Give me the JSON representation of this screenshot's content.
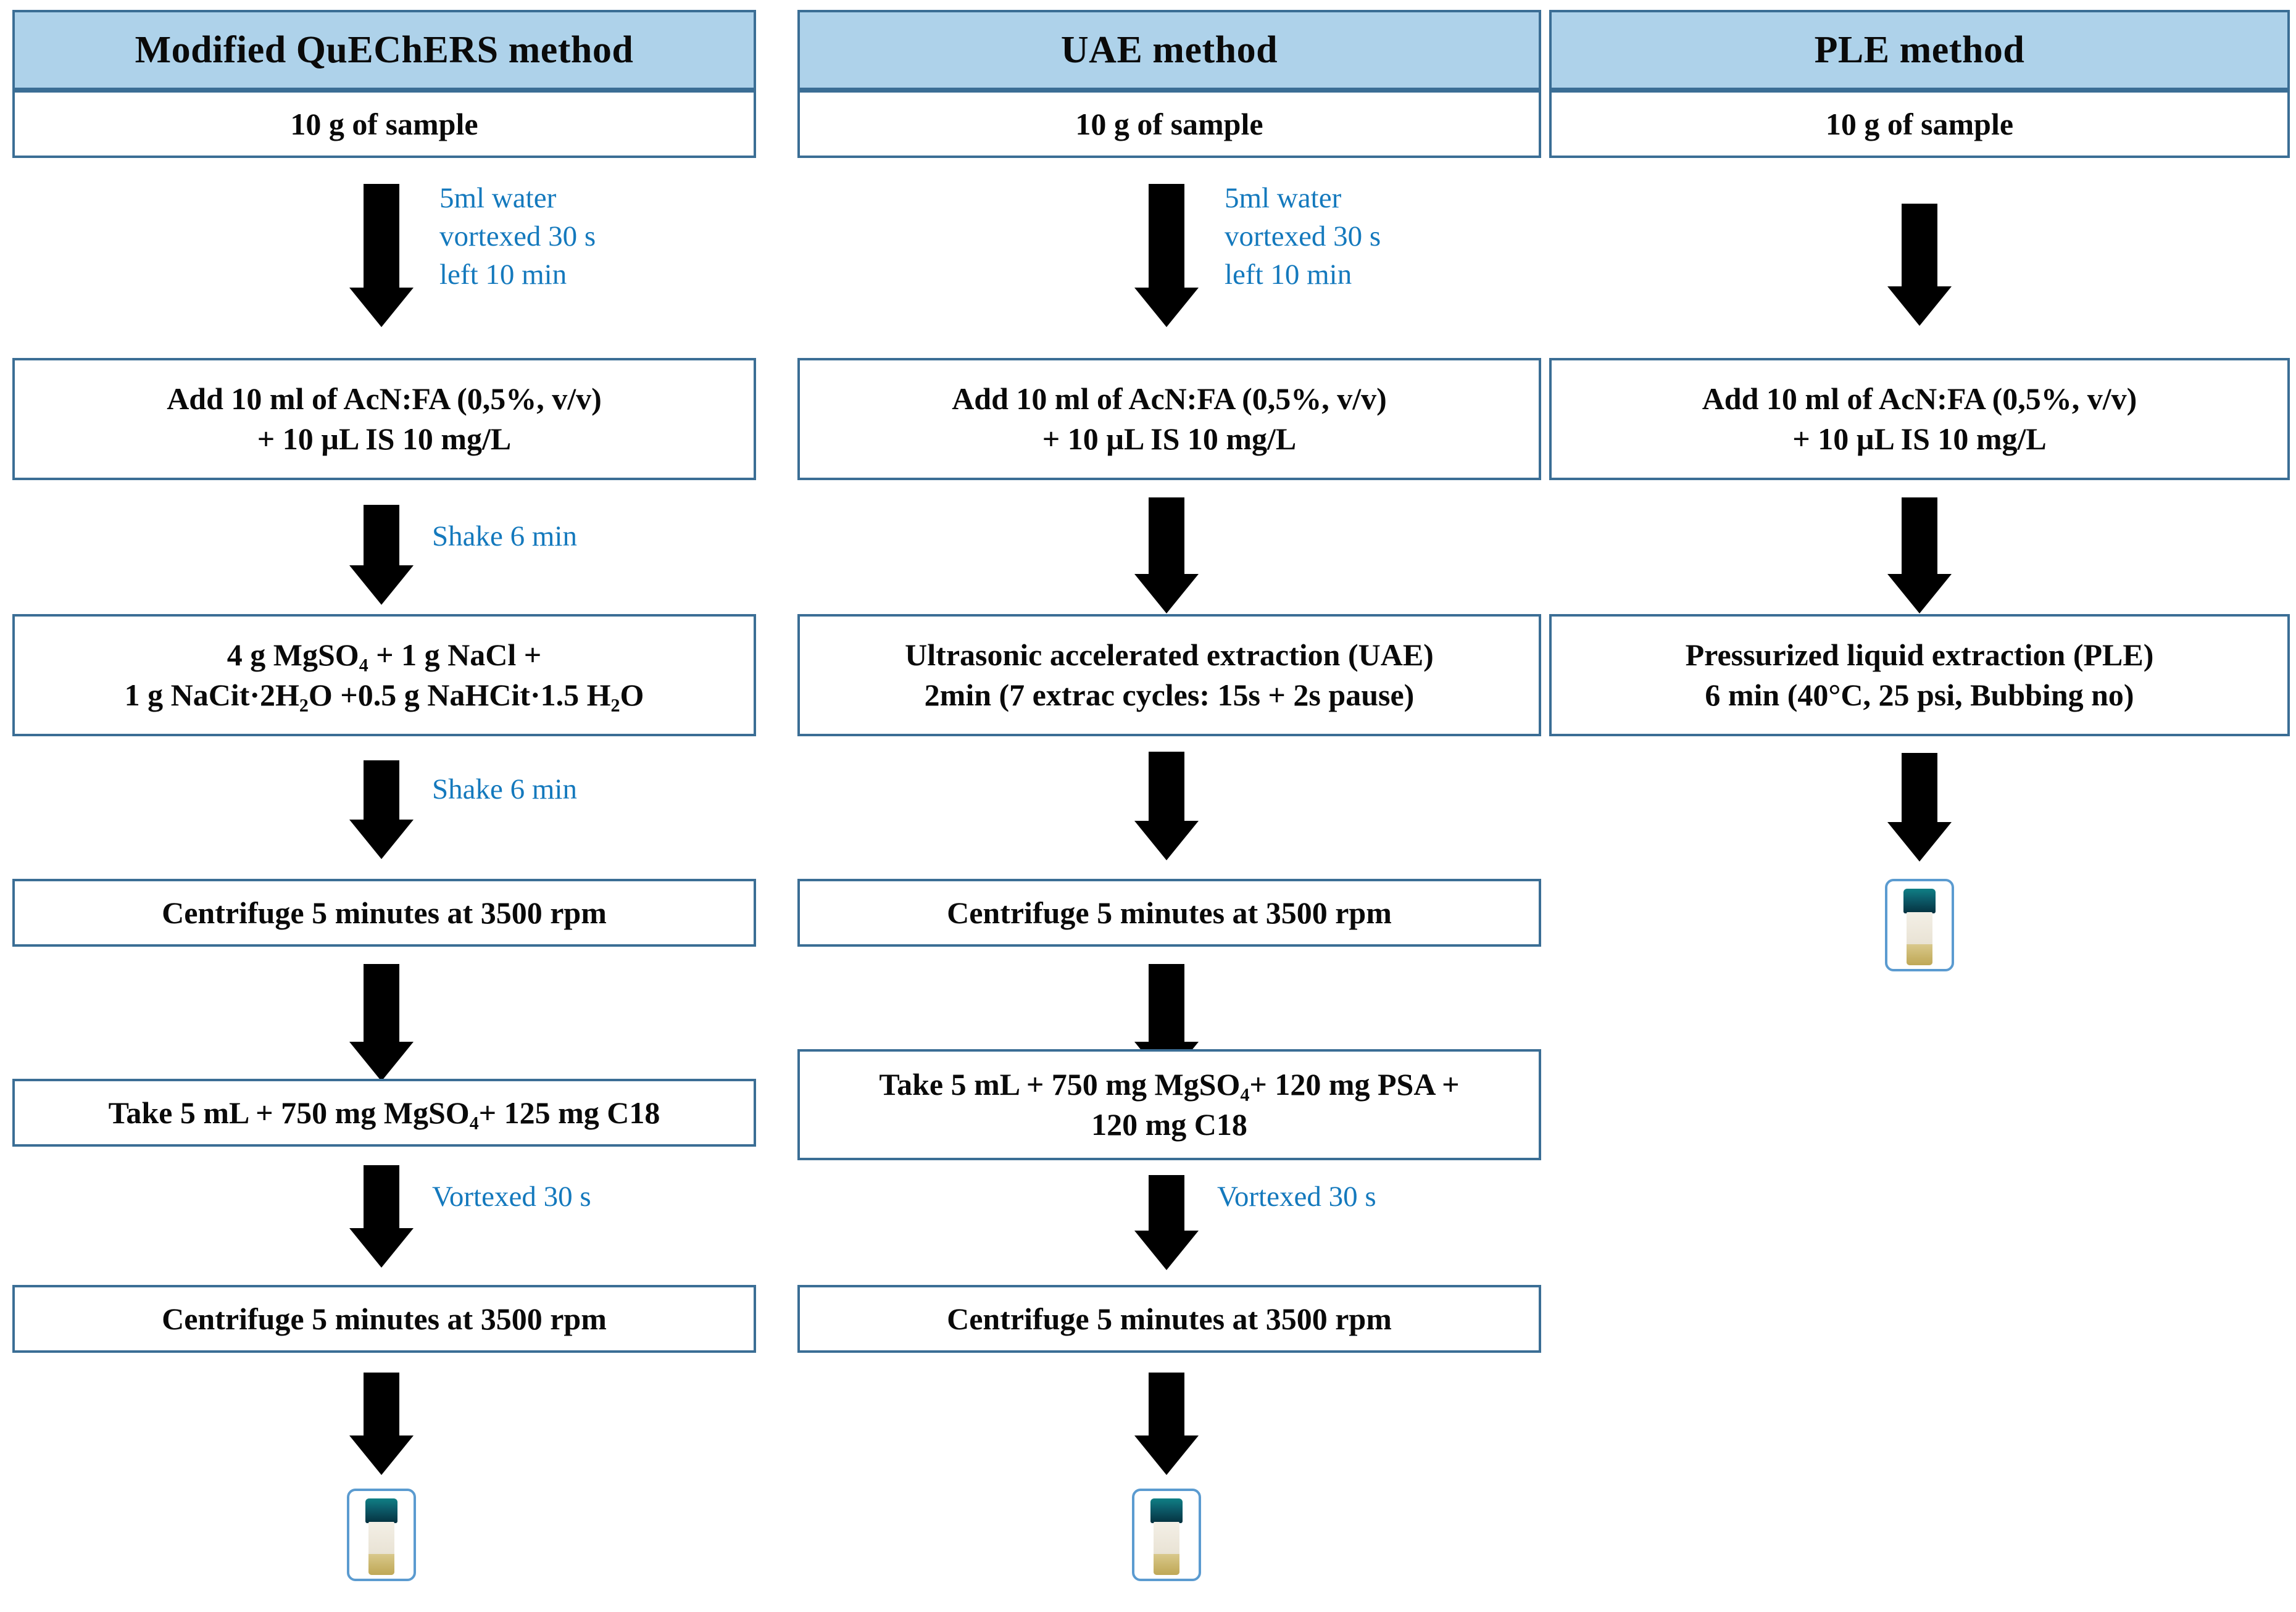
{
  "figure": {
    "type": "flowchart",
    "title": "Comparison of three sample extraction workflows",
    "colors": {
      "header_fill": "#aed2ea",
      "box_border": "#3b6e95",
      "annotation_text": "#1479bd",
      "arrow": "#000000",
      "vial_cap": "#0c5a68",
      "vial_liquid": "#c9b46a"
    }
  },
  "columns": [
    {
      "id": "quechers",
      "header": "Modified  QuEChERS  method",
      "steps": [
        {
          "id": "q-sample",
          "lines": [
            "10 g of sample"
          ]
        },
        {
          "id": "q-acn",
          "lines": [
            "Add 10 ml of  AcN:FA (0,5%, v/v)",
            "+ 10 µL IS 10 mg/L"
          ]
        },
        {
          "id": "q-salts",
          "lines": [
            "4 g MgSO₄ + 1 g NaCl +",
            "1 g NaCit·2H₂O +0.5 g NaHCit·1.5 H₂O"
          ]
        },
        {
          "id": "q-cent1",
          "lines": [
            "Centrifuge 5 minutes at 3500 rpm"
          ]
        },
        {
          "id": "q-dspe",
          "lines": [
            "Take 5 mL + 750 mg MgSO₄+ 125 mg C18"
          ]
        },
        {
          "id": "q-cent2",
          "lines": [
            "Centrifuge 5 minutes at  3500 rpm"
          ]
        }
      ],
      "annotations": [
        {
          "id": "q-note1",
          "lines": [
            "5ml water",
            "vortexed 30 s",
            "left 10 min"
          ]
        },
        {
          "id": "q-note2",
          "lines": [
            "Shake 6 min"
          ]
        },
        {
          "id": "q-note3",
          "lines": [
            "Shake 6 min"
          ]
        },
        {
          "id": "q-note4",
          "lines": [
            "Vortexed 30 s"
          ]
        }
      ],
      "end_icon": "sample-vial-icon"
    },
    {
      "id": "uae",
      "header": "UAE method",
      "steps": [
        {
          "id": "u-sample",
          "lines": [
            "10 g of sample"
          ]
        },
        {
          "id": "u-acn",
          "lines": [
            "Add 10 ml of AcN:FA (0,5%, v/v)",
            "+ 10 µL IS 10 mg/L"
          ]
        },
        {
          "id": "u-uae",
          "lines": [
            "Ultrasonic accelerated extraction (UAE)",
            "2min  (7 extrac cycles: 15s + 2s pause)"
          ]
        },
        {
          "id": "u-cent1",
          "lines": [
            "Centrifuge 5 minutes at 3500 rpm"
          ]
        },
        {
          "id": "u-dspe",
          "lines": [
            "Take 5 mL + 750 mg MgSO₄+ 120 mg PSA +",
            "120 mg C18"
          ]
        },
        {
          "id": "u-cent2",
          "lines": [
            "Centrifuge 5 minutes at  3500 rpm"
          ]
        }
      ],
      "annotations": [
        {
          "id": "u-note1",
          "lines": [
            "5ml water",
            "vortexed 30 s",
            "left 10 min"
          ]
        },
        {
          "id": "u-note2",
          "lines": [
            "Vortexed 30 s"
          ]
        }
      ],
      "end_icon": "sample-vial-icon"
    },
    {
      "id": "ple",
      "header": "PLE method",
      "steps": [
        {
          "id": "p-sample",
          "lines": [
            "10 g of sample"
          ]
        },
        {
          "id": "p-acn",
          "lines": [
            "Add 10 ml of AcN:FA (0,5%, v/v)",
            "+ 10 µL IS 10 mg/L"
          ]
        },
        {
          "id": "p-ple",
          "lines": [
            "Pressurized liquid extraction (PLE)",
            "6 min (40°C, 25 psi, Bubbing no)"
          ]
        }
      ],
      "annotations": [],
      "end_icon": "sample-vial-icon"
    }
  ]
}
